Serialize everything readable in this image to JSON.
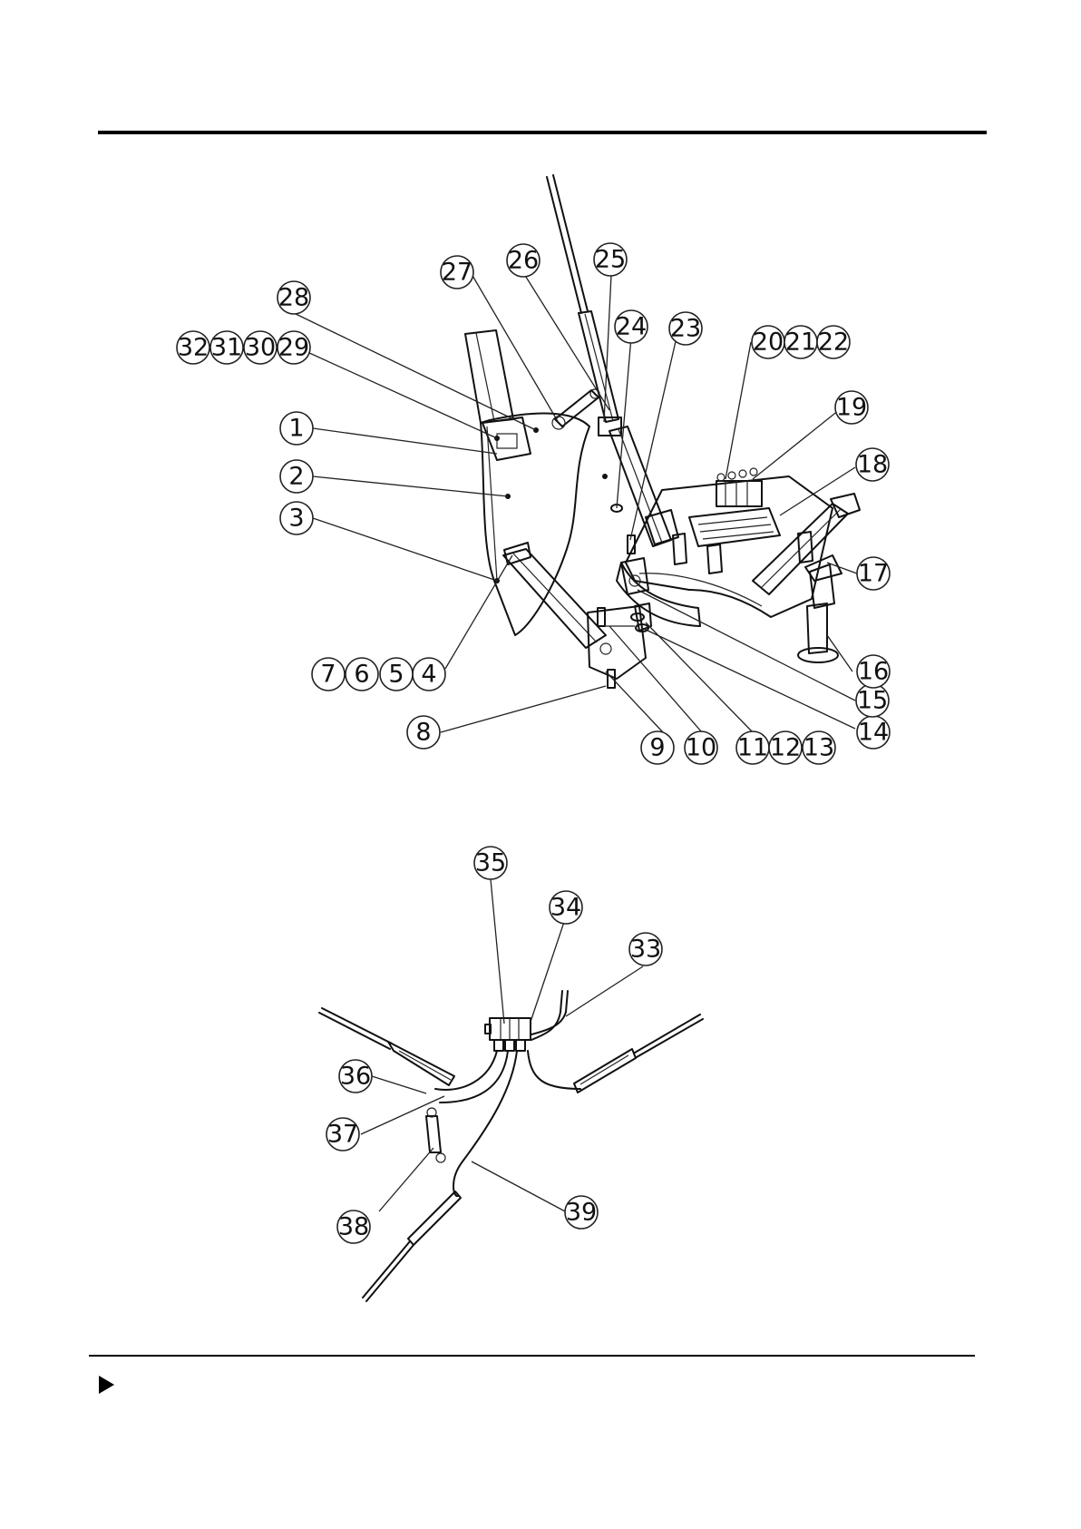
{
  "diagram_upper": {
    "callouts": [
      {
        "id": "1",
        "label": "1"
      },
      {
        "id": "2",
        "label": "2"
      },
      {
        "id": "3",
        "label": "3"
      },
      {
        "id": "4",
        "label": "4"
      },
      {
        "id": "5",
        "label": "5"
      },
      {
        "id": "6",
        "label": "6"
      },
      {
        "id": "7",
        "label": "7"
      },
      {
        "id": "8",
        "label": "8"
      },
      {
        "id": "9",
        "label": "9"
      },
      {
        "id": "10",
        "label": "10"
      },
      {
        "id": "11",
        "label": "11"
      },
      {
        "id": "12",
        "label": "12"
      },
      {
        "id": "13",
        "label": "13"
      },
      {
        "id": "14",
        "label": "14"
      },
      {
        "id": "15",
        "label": "15"
      },
      {
        "id": "16",
        "label": "16"
      },
      {
        "id": "17",
        "label": "17"
      },
      {
        "id": "18",
        "label": "18"
      },
      {
        "id": "19",
        "label": "19"
      },
      {
        "id": "20",
        "label": "20"
      },
      {
        "id": "21",
        "label": "21"
      },
      {
        "id": "22",
        "label": "22"
      },
      {
        "id": "23",
        "label": "23"
      },
      {
        "id": "24",
        "label": "24"
      },
      {
        "id": "25",
        "label": "25"
      },
      {
        "id": "26",
        "label": "26"
      },
      {
        "id": "27",
        "label": "27"
      },
      {
        "id": "28",
        "label": "28"
      },
      {
        "id": "29",
        "label": "29"
      },
      {
        "id": "30",
        "label": "30"
      },
      {
        "id": "31",
        "label": "31"
      },
      {
        "id": "32",
        "label": "32"
      }
    ]
  },
  "diagram_lower": {
    "callouts": [
      {
        "id": "33",
        "label": "33"
      },
      {
        "id": "34",
        "label": "34"
      },
      {
        "id": "35",
        "label": "35"
      },
      {
        "id": "36",
        "label": "36"
      },
      {
        "id": "37",
        "label": "37"
      },
      {
        "id": "38",
        "label": "38"
      },
      {
        "id": "39",
        "label": "39"
      }
    ]
  }
}
